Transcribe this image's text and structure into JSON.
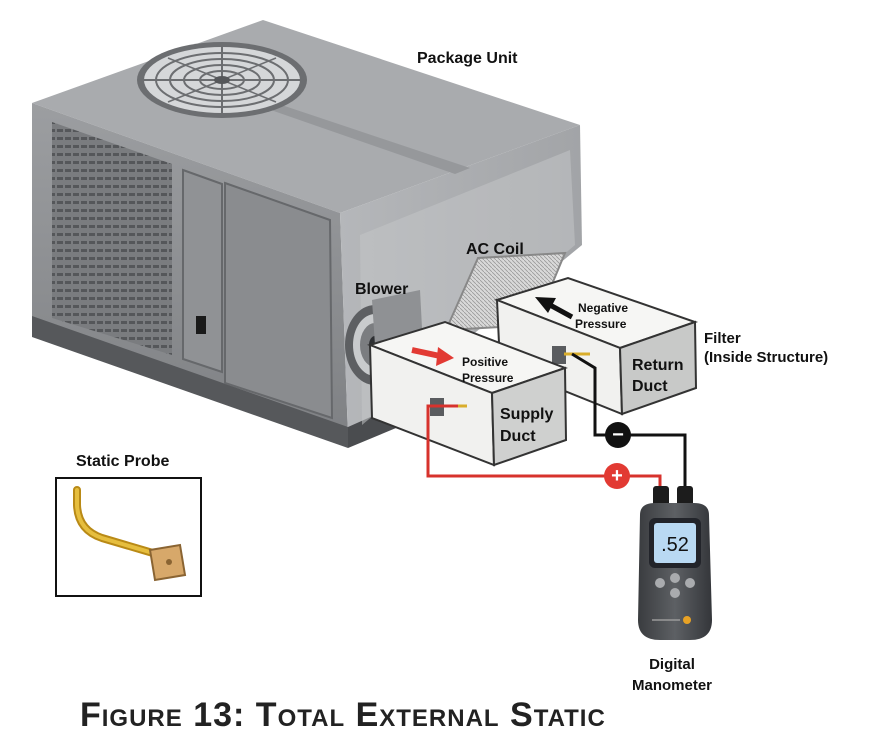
{
  "labels": {
    "package_unit": "Package Unit",
    "ac_coil": "AC Coil",
    "blower": "Blower",
    "negative_pressure_1": "Negative",
    "negative_pressure_2": "Pressure",
    "filter_1": "Filter",
    "filter_2": "(Inside Structure)",
    "positive_pressure_1": "Positive",
    "positive_pressure_2": "Pressure",
    "return_duct_1": "Return",
    "return_duct_2": "Duct",
    "supply_duct_1": "Supply",
    "supply_duct_2": "Duct",
    "static_probe": "Static Probe",
    "digital_manometer_1": "Digital",
    "digital_manometer_2": "Manometer",
    "minus_sign": "−",
    "plus_sign": "+"
  },
  "manometer": {
    "reading": ".52"
  },
  "caption": "Figure 13: Total External Static",
  "colors": {
    "unit_body": "#8e9093",
    "unit_dark": "#5b5d60",
    "duct": "#e8e8e6",
    "positive_line": "#d7322c",
    "negative_line": "#111111",
    "probe": "#d9ad2b",
    "screen": "#b9d9f3"
  }
}
